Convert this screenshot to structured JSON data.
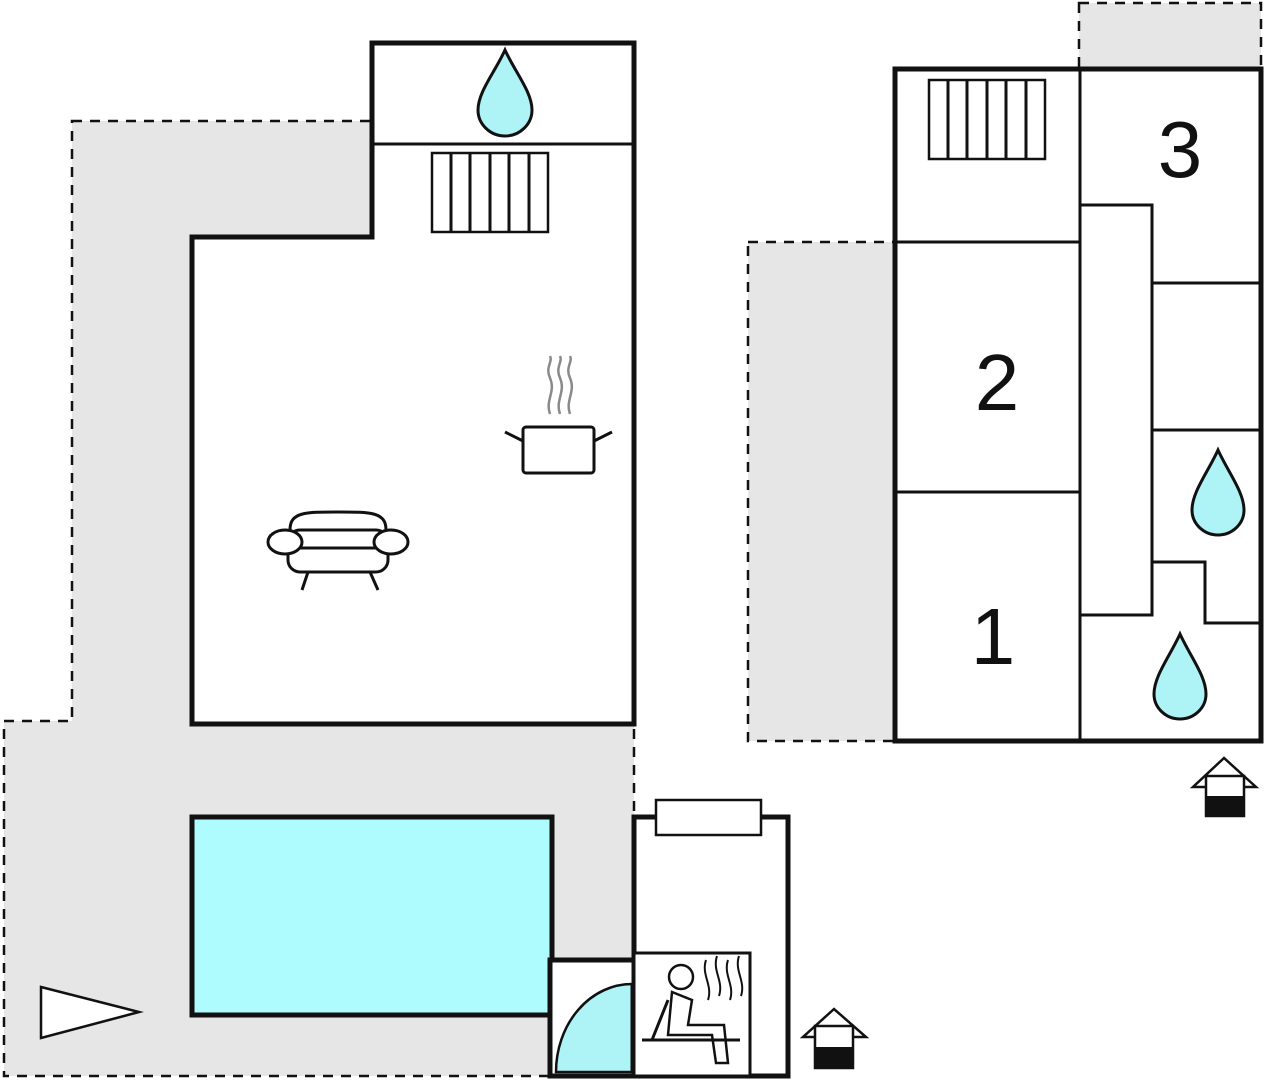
{
  "floorplan": {
    "colors": {
      "terrace": "#e6e6e6",
      "pool": "#aefcfd",
      "water": "#aef3f6",
      "wall": "#111111",
      "room": "#ffffff",
      "steam": "#8a8a8a"
    },
    "rooms": {
      "bedroom_1": {
        "label": "1"
      },
      "bedroom_2": {
        "label": "2"
      },
      "bedroom_3": {
        "label": "3"
      }
    },
    "icons": [
      "water-drop-icon",
      "radiator-icon",
      "cooking-pot-icon",
      "sofa-icon",
      "sauna-icon",
      "shower-icon",
      "entrance-icon",
      "north-arrow-icon"
    ]
  }
}
